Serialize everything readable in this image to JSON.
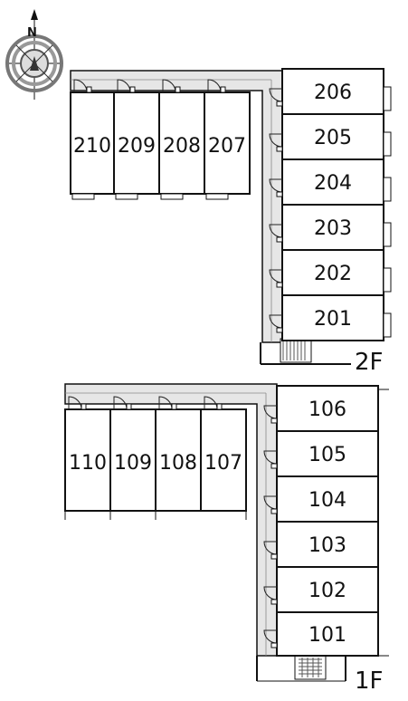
{
  "compass": {
    "north_label": "N",
    "icon": "compass-rose-icon"
  },
  "floors": [
    {
      "label": "2F",
      "left_wing_units": [
        "210",
        "209",
        "208",
        "207"
      ],
      "right_wing_units": [
        "206",
        "205",
        "204",
        "203",
        "202",
        "201"
      ]
    },
    {
      "label": "1F",
      "left_wing_units": [
        "110",
        "109",
        "108",
        "107"
      ],
      "right_wing_units": [
        "106",
        "105",
        "104",
        "103",
        "102",
        "101"
      ]
    }
  ],
  "colors": {
    "corridor": "#e6e6e6",
    "wall": "#111111",
    "background": "#ffffff",
    "stair_tread": "#555555",
    "door_arc": "#222222"
  }
}
